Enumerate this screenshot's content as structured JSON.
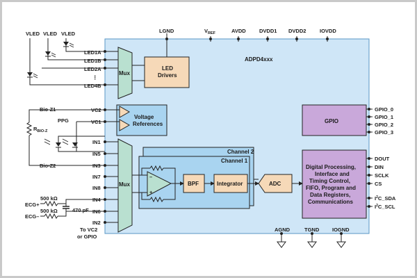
{
  "colors": {
    "frame": "#c9c9c9",
    "chip": "#cfe6f7",
    "chip_border": "#5a97c5",
    "blue_block": "#a9d4f0",
    "led_drivers": "#f6d9b8",
    "mux_fill": "#b9e0d0",
    "purple_block": "#c9a8da",
    "wire": "#222222"
  },
  "chip_name": "ADPD4xxx",
  "supply_pins": {
    "lgnd": "LGND",
    "vref_main": "V",
    "vref_sub": "REF",
    "avdd": "AVDD",
    "dvdd1": "DVDD1",
    "dvdd2": "DVDD2",
    "iovdd": "IOVDD"
  },
  "ground_pins": {
    "agnd": "AGND",
    "tgnd": "TGND",
    "iognd": "IOGND"
  },
  "vled": [
    "VLED",
    "VLED",
    "VLED"
  ],
  "led_pins": [
    "LED1A",
    "LED1B",
    "LED2A",
    "LED4B"
  ],
  "led_dots": "⋮",
  "blocks": {
    "mux": "Mux",
    "led_drivers": [
      "LED",
      "Drivers"
    ],
    "voltage_references": [
      "Voltage",
      "References"
    ],
    "channel2": "Channel 2",
    "channel1": "Channel 1",
    "bpf": "BPF",
    "integrator": "Integrator",
    "adc": "ADC",
    "gpio": "GPIO",
    "digital": [
      "Digital Processing,",
      "Interface and",
      "Timing Control,",
      "FIFO, Program and",
      "Data Registers,",
      "Communications"
    ]
  },
  "input_pins": [
    "VC2",
    "VC1",
    "IN1",
    "IN5",
    "IN3",
    "IN7",
    "IN8",
    "IN4",
    "IN6",
    "IN2"
  ],
  "external": {
    "bio_z1": "Bio-Z1",
    "bio_z2": "Bio-Z2",
    "rbioz_main": "R",
    "rbioz_sub": "BIO-Z",
    "ppg": "PPG",
    "res1": "500 kΩ",
    "res2": "500 kΩ",
    "cap": "470 pF",
    "ecg_plus": "ECG+",
    "ecg_minus": "ECG–",
    "to_vc2": [
      "To VC2",
      "or GPIO"
    ]
  },
  "gpio_pins": [
    "GPIO_0",
    "GPIO_1",
    "GPIO_2",
    "GPIO_3"
  ],
  "digital_pins": [
    "DOUT",
    "DIN",
    "SCLK",
    "CS"
  ],
  "i2c_pins": [
    {
      "main": "I",
      "sup": "2",
      "rest": "C_SDA"
    },
    {
      "main": "I",
      "sup": "2",
      "rest": "C_SCL"
    }
  ]
}
